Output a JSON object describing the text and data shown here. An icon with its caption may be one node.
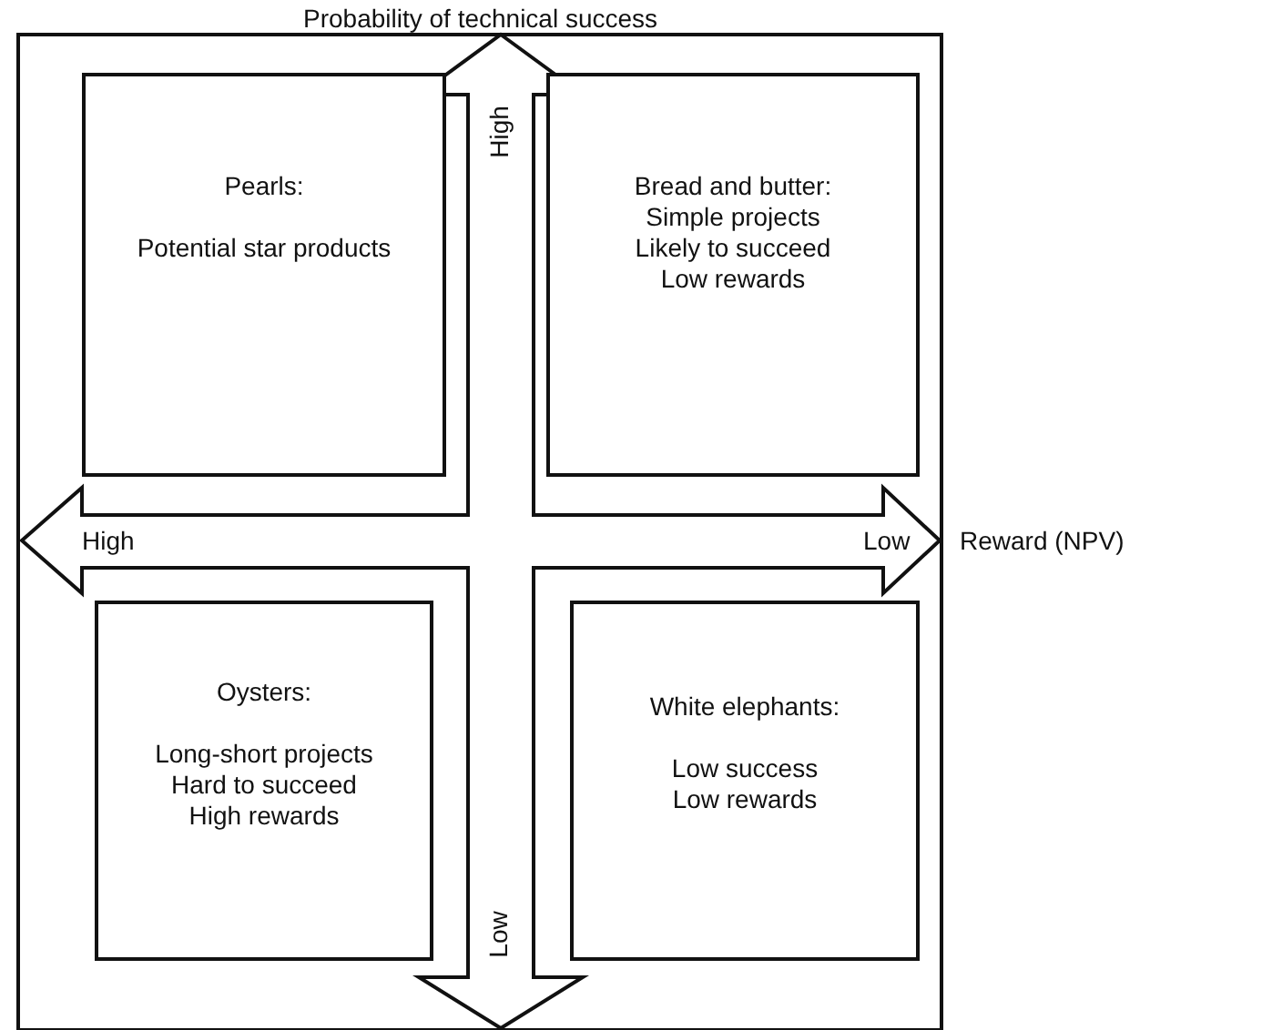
{
  "diagram": {
    "nodes": [
      {
        "text": [
          "Pearls:",
          "Potential star products"
        ]
      },
      {
        "text": [
          "Bread and butter:",
          "Simple projects",
          "Likely to succeed",
          "Low rewards"
        ]
      },
      {
        "text": [
          "Oysters:",
          "Long-short projects",
          "Hard to succeed",
          "High rewards"
        ]
      },
      {
        "text": [
          "White elephants:",
          "Low success",
          "Low rewards"
        ]
      }
    ],
    "edges": [],
    "labels": [
      "Probability of technical success",
      "High",
      "High",
      "Low",
      "Reward (NPV)",
      "Low"
    ]
  }
}
